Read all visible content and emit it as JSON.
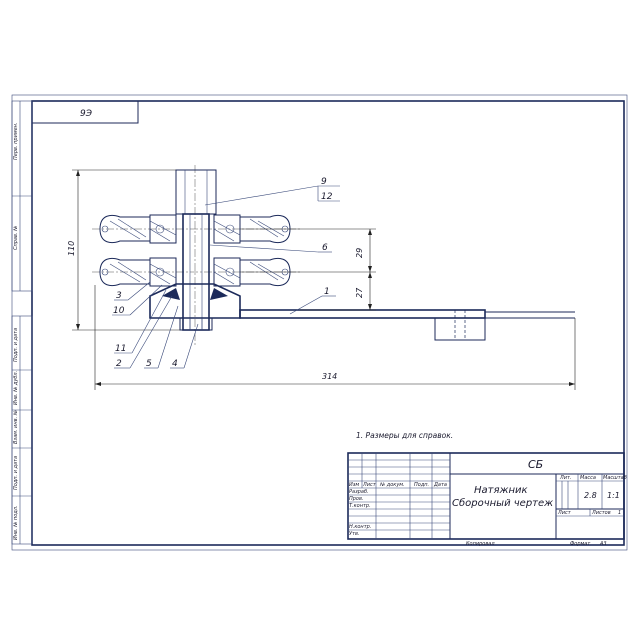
{
  "sheet": {
    "corner_code": "9Э",
    "side_labels": [
      "Перв. примен.",
      "Справ. №",
      "Подп. и дата",
      "Инв. № дубл.",
      "Взам. инв. №",
      "Подп. и дата",
      "Инв. № подл."
    ]
  },
  "drawing": {
    "parts": [
      "1",
      "2",
      "3",
      "4",
      "5",
      "6",
      "9",
      "10",
      "11",
      "12"
    ],
    "dimensions": {
      "height": "110",
      "upper": "29",
      "lower": "27",
      "length": "314"
    }
  },
  "note": "1. Размеры для справок.",
  "title_block": {
    "code": "СБ",
    "title_line1": "Натяжник",
    "title_line2": "Сборочный чертеж",
    "col_headers": [
      "Лит.",
      "Масса",
      "Масштаб"
    ],
    "mass": "2.8",
    "scale": "1:1",
    "sheet_label": "Лист",
    "sheets_label": "Листов",
    "sheets_count": "1",
    "change_headers": [
      "Изм",
      "Лист",
      "№ докум.",
      "Подп.",
      "Дата"
    ],
    "roles": [
      "Разраб.",
      "Пров.",
      "Т.контр.",
      "",
      "Н.контр.",
      "Утв."
    ],
    "copied_label": "Копировал",
    "format_label": "Формат",
    "format_value": "А3"
  }
}
